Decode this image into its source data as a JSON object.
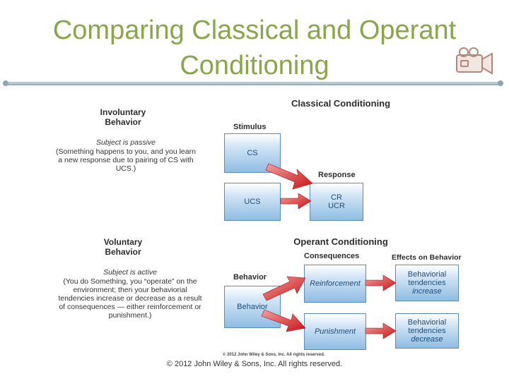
{
  "title": {
    "line1": "Comparing Classical and Operant",
    "line2": "Conditioning"
  },
  "classical": {
    "heading": "Classical Conditioning",
    "involuntary_title": "Involuntary Behavior",
    "involuntary_desc_1": "Subject is passive",
    "involuntary_desc_2": "(Something happens to you, and you learn a new response due to pairing of CS with UCS.)",
    "stimulus_label": "Stimulus",
    "response_label": "Response",
    "cs": "CS",
    "ucs": "UCS",
    "cr": "CR",
    "ucr": "UCR"
  },
  "operant": {
    "heading": "Operant Conditioning",
    "voluntary_title": "Voluntary Behavior",
    "voluntary_desc_1": "Subject is active",
    "voluntary_desc_2": "(You do Something, you “operate” on the environment; then your behaviorial tendencies increase or decrease as a result of consequences — either reinforcement or punishment.)",
    "behavior_label": "Behavior",
    "consequences_label": "Consequences",
    "effects_label": "Effects on Behavior",
    "behavior_box": "Behavior",
    "reinforcement": "Reinforcement",
    "punishment": "Punishment",
    "effect_increase_1": "Behaviorial tendencies",
    "effect_increase_2": "increase",
    "effect_decrease_1": "Behaviorial tendencies",
    "effect_decrease_2": "decrease"
  },
  "copyright_small": "© 2012 John Wiley & Sons, Inc. All rights reserved.",
  "footer": "© 2012 John Wiley & Sons, Inc. All rights reserved.",
  "colors": {
    "title": "#8aa64a",
    "box_top": "#cfe3f5",
    "box_bottom": "#8fbde3",
    "arrow": "#d62020"
  },
  "icons": [
    "video-camera-icon"
  ]
}
